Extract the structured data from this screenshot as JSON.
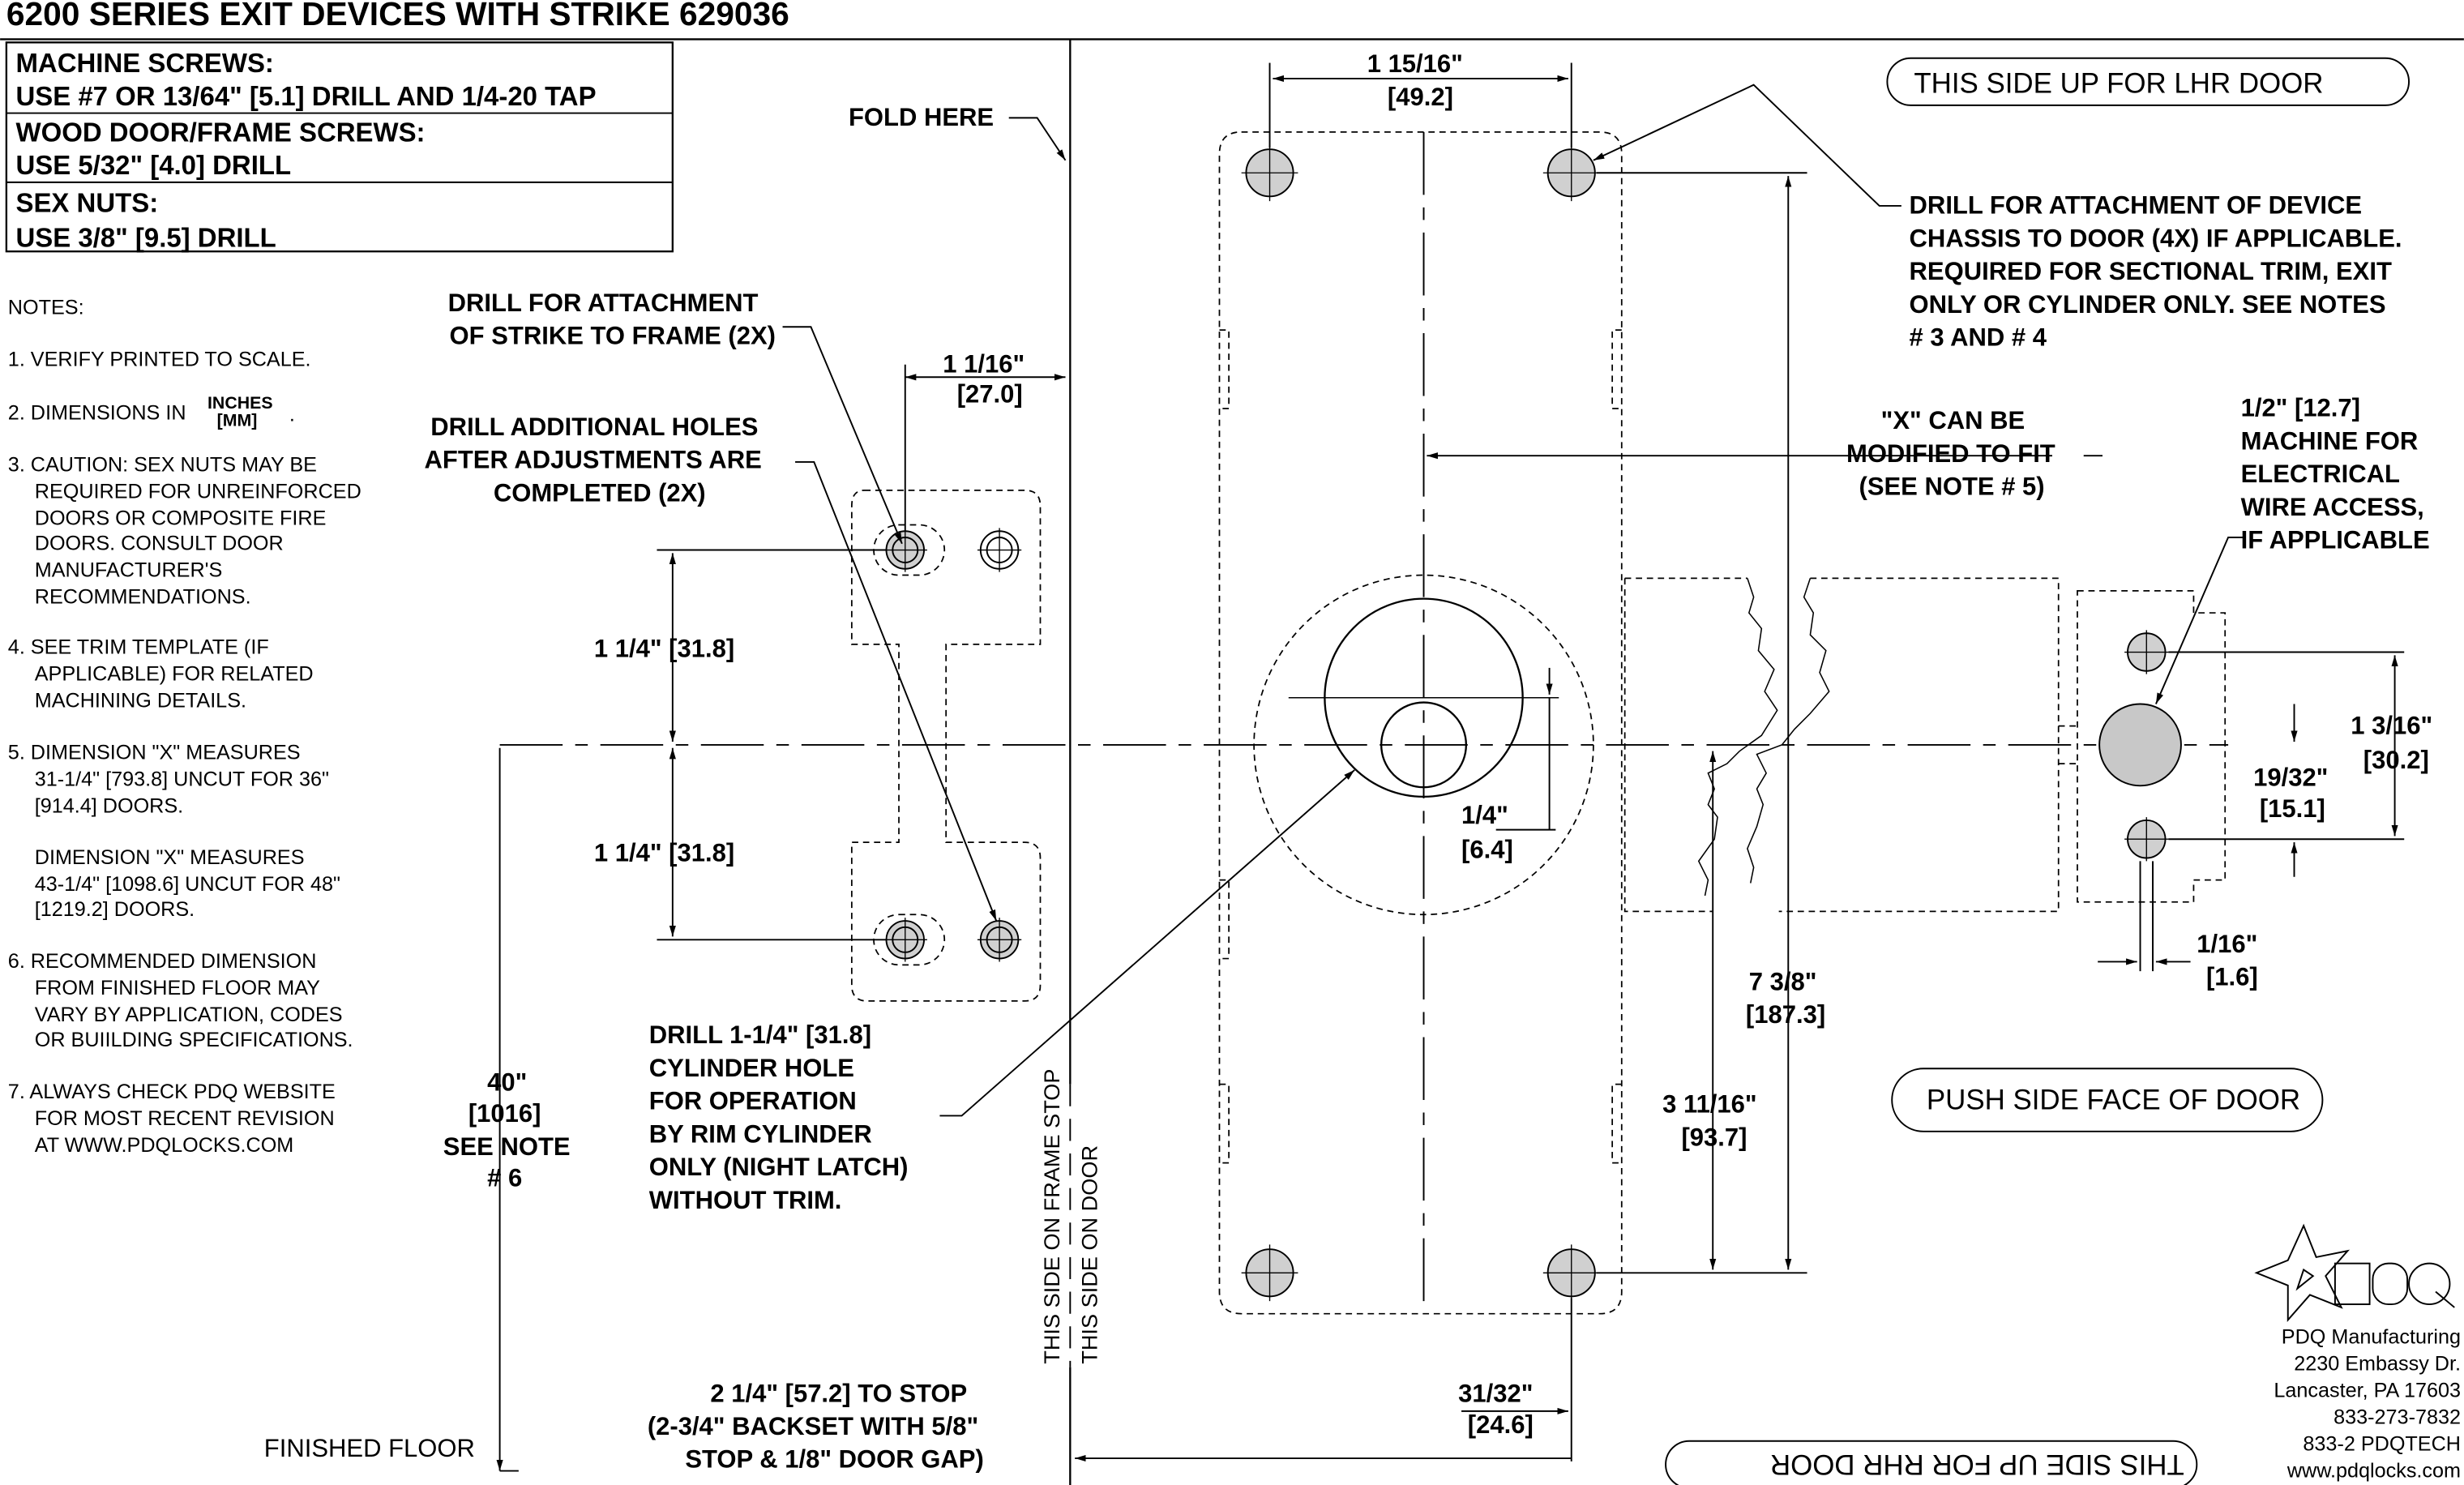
{
  "title": "6200 SERIES EXIT DEVICES WITH STRIKE 629036",
  "drill_table": [
    "MACHINE SCREWS:",
    "USE #7 OR 13/64\" [5.1] DRILL AND 1/4-20 TAP",
    "WOOD DOOR/FRAME SCREWS:",
    "USE 5/32\" [4.0] DRILL",
    "SEX NUTS:",
    "USE 3/8\" [9.5] DRILL"
  ],
  "notes": {
    "heading": "NOTES:",
    "n1": "1. VERIFY PRINTED TO SCALE.",
    "n2_prefix": "2. DIMENSIONS IN",
    "n2_num": "INCHES",
    "n2_den": "[MM]",
    "n3": [
      "3. CAUTION: SEX NUTS MAY BE",
      "REQUIRED FOR UNREINFORCED",
      "DOORS OR COMPOSITE FIRE",
      "DOORS. CONSULT DOOR",
      "MANUFACTURER'S",
      "RECOMMENDATIONS."
    ],
    "n4": [
      "4. SEE TRIM TEMPLATE (IF",
      "APPLICABLE) FOR RELATED",
      "MACHINING DETAILS."
    ],
    "n5a": [
      "5. DIMENSION \"X\" MEASURES",
      "31-1/4\" [793.8] UNCUT FOR 36\"",
      "[914.4] DOORS."
    ],
    "n5b": [
      "DIMENSION \"X\" MEASURES",
      "43-1/4\" [1098.6] UNCUT FOR 48\"",
      "[1219.2] DOORS."
    ],
    "n6": [
      "6. RECOMMENDED DIMENSION",
      "FROM FINISHED FLOOR MAY",
      "VARY BY APPLICATION, CODES",
      "OR BUIILDING SPECIFICATIONS."
    ],
    "n7": [
      "7. ALWAYS CHECK PDQ WEBSITE",
      "FOR MOST RECENT REVISION",
      "AT WWW.PDQLOCKS.COM"
    ]
  },
  "callouts": {
    "fold_here": "FOLD HERE",
    "strike_attach": [
      "DRILL FOR ATTACHMENT",
      "OF STRIKE TO FRAME (2X)"
    ],
    "additional_holes": [
      "DRILL ADDITIONAL HOLES",
      "AFTER ADJUSTMENTS ARE",
      "COMPLETED (2X)"
    ],
    "cylinder_hole": [
      "DRILL 1-1/4\" [31.8]",
      "CYLINDER HOLE",
      "FOR OPERATION",
      "BY RIM CYLINDER",
      "ONLY (NIGHT LATCH)",
      "WITHOUT TRIM."
    ],
    "device_chassis": [
      "DRILL FOR ATTACHMENT OF DEVICE",
      "CHASSIS TO DOOR (4X) IF APPLICABLE.",
      "REQUIRED FOR SECTIONAL TRIM, EXIT",
      "ONLY OR CYLINDER ONLY. SEE NOTES",
      "# 3 AND # 4"
    ],
    "x_modify": [
      "\"X\" CAN BE",
      "MODIFIED TO FIT",
      "(SEE NOTE # 5)"
    ],
    "wire_access": [
      "1/2\" [12.7]",
      "MACHINE FOR",
      "ELECTRICAL",
      "WIRE ACCESS,",
      "IF APPLICABLE"
    ],
    "lhr": "THIS SIDE UP FOR  LHR DOOR",
    "rhr": "THIS SIDE UP FOR  RHR DOOR",
    "push_side": "PUSH SIDE FACE OF DOOR",
    "frame_stop": "THIS SIDE ON FRAME STOP",
    "on_door": "THIS SIDE ON DOOR",
    "finished_floor": "FINISHED FLOOR",
    "to_stop": [
      "2 1/4\" [57.2] TO STOP",
      "(2-3/4\" BACKSET WITH 5/8\"",
      "STOP & 1/8\" DOOR GAP)"
    ]
  },
  "dimensions": {
    "d_1_15_16": [
      "1 15/16\"",
      "[49.2]"
    ],
    "d_1_1_16": [
      "1 1/16\"",
      "[27.0]"
    ],
    "d_1_1_4_upper": "1 1/4\" [31.8]",
    "d_1_1_4_lower": "1 1/4\" [31.8]",
    "d_40": [
      "40\"",
      "[1016]",
      "SEE NOTE",
      "# 6"
    ],
    "d_1_4": [
      "1/4\"",
      "[6.4]"
    ],
    "d_7_3_8": [
      "7 3/8\"",
      "[187.3]"
    ],
    "d_3_11_16": [
      "3 11/16\"",
      "[93.7]"
    ],
    "d_31_32": [
      "31/32\"",
      "[24.6]"
    ],
    "d_1_3_16": [
      "1 3/16\"",
      "[30.2]"
    ],
    "d_19_32": [
      "19/32\"",
      "[15.1]"
    ],
    "d_1_16": [
      "1/16\"",
      "[1.6]"
    ]
  },
  "company": {
    "logo_text": "PDQ",
    "lines": [
      "PDQ Manufacturing",
      "2230 Embassy Dr.",
      "Lancaster, PA 17603",
      "833-273-7832",
      "833-2 PDQTECH",
      "www.pdqlocks.com"
    ]
  }
}
